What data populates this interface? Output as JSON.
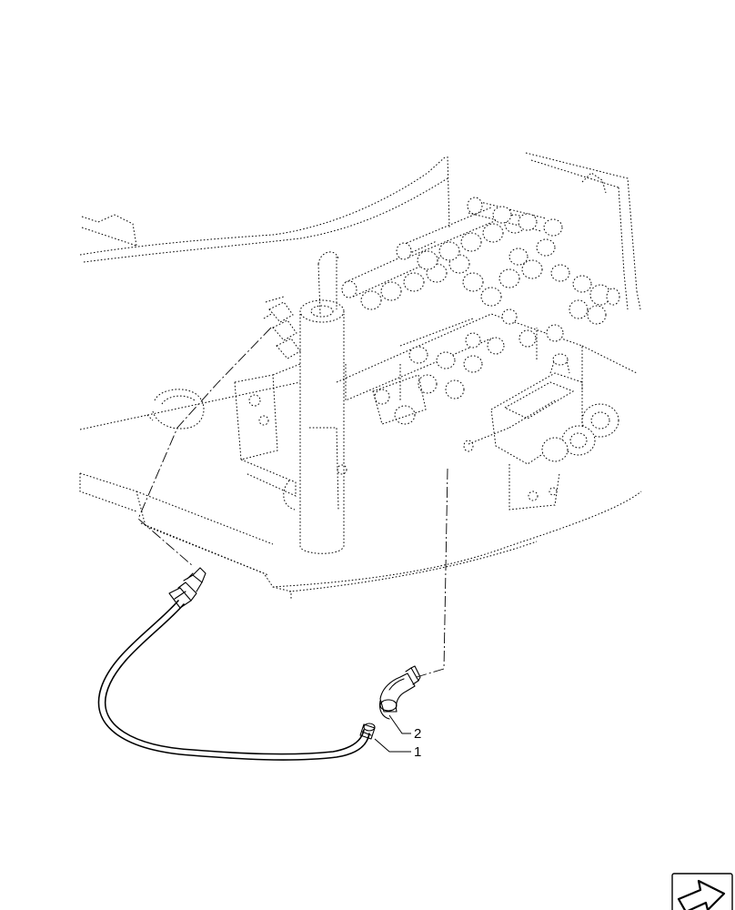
{
  "callouts": [
    {
      "id": "callout-2",
      "label": "2"
    },
    {
      "id": "callout-1",
      "label": "1"
    }
  ],
  "icons": {
    "navigation": "next-page-arrow-icon"
  },
  "colors": {
    "line": "#000000",
    "background": "#ffffff"
  }
}
